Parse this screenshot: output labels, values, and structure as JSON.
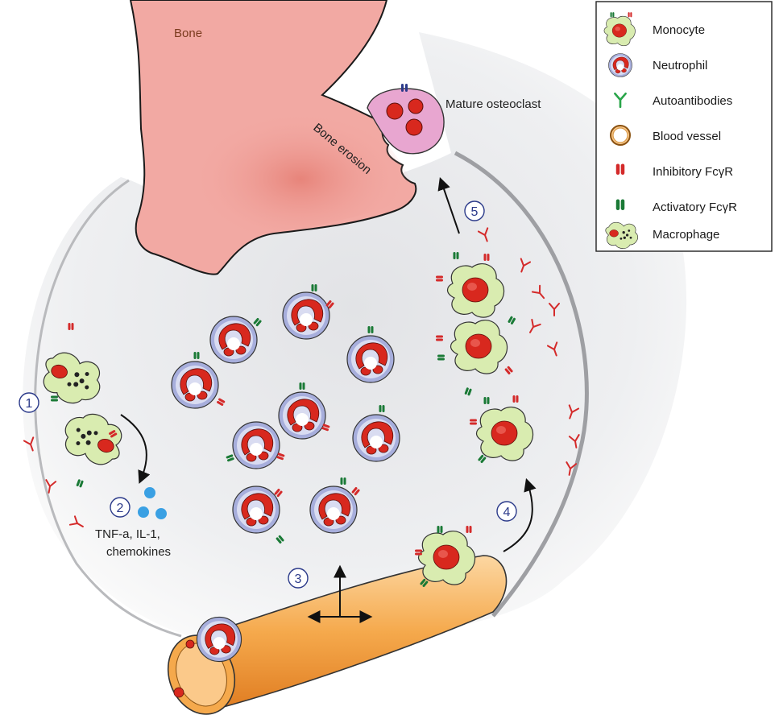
{
  "labels": {
    "bone": "Bone",
    "bone_erosion": "Bone erosion",
    "mature_osteoclast": "Mature osteoclast",
    "cytokines_line1": "TNF-a, IL-1,",
    "cytokines_line2": "chemokines"
  },
  "steps": [
    "1",
    "2",
    "3",
    "4",
    "5"
  ],
  "legend": {
    "items": [
      {
        "label": "Monocyte",
        "icon": "monocyte-icon"
      },
      {
        "label": "Neutrophil",
        "icon": "neutrophil-icon"
      },
      {
        "label": "Autoantibodies",
        "icon": "autoantibody-icon"
      },
      {
        "label": "Blood vessel",
        "icon": "blood-vessel-icon"
      },
      {
        "label": "Inhibitory FcγR",
        "icon": "inhibitory-receptor-icon"
      },
      {
        "label": "Activatory FcγR",
        "icon": "activatory-receptor-icon"
      },
      {
        "label": "Macrophage",
        "icon": "macrophage-icon"
      }
    ]
  },
  "colors": {
    "bone": "#f2a9a3",
    "cell_green": "#d9ecb0",
    "nucleus_red": "#d8281e",
    "neutrophil_outer": "#a7aedc",
    "vessel_orange": "#f5a94c",
    "osteoclast_pink": "#e8a6d0",
    "step_blue": "#2b3a8a",
    "cytokine_blue": "#3aa0e3",
    "antibody_green": "#2aa54a",
    "inhibitory_red": "#d42a2a",
    "activatory_green": "#1a7a36"
  }
}
